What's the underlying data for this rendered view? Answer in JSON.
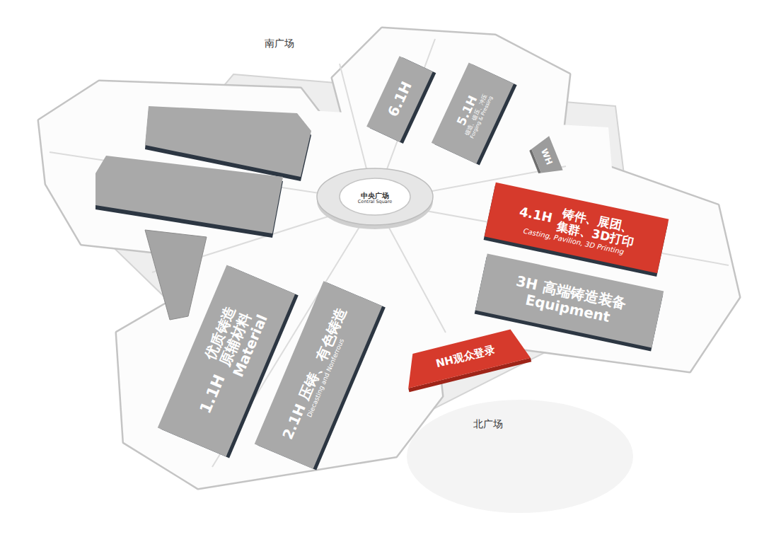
{
  "diagram": {
    "nodes": [
      {
        "text": [
          "6.1H"
        ]
      },
      {
        "text": [
          "5.1H",
          "锻造、锻压、冲压",
          "Forging & Pressing"
        ]
      },
      {
        "text": [
          "WH"
        ]
      },
      {
        "text": [
          "中央广场",
          "Central Square"
        ]
      },
      {
        "text": [
          "4.1H",
          "铸件、展团、集群、3D打印",
          "Casting, Pavilion, 3D Printing"
        ]
      },
      {
        "text": [
          "3H",
          "高端铸造装备",
          "Equipment"
        ]
      },
      {
        "text": [
          "1.1H",
          "优质铸造原辅材料",
          "Material"
        ]
      },
      {
        "text": [
          "2.1H",
          "压铸、有色铸造",
          "Diecasting and Nonferrous"
        ]
      },
      {
        "text": [
          "NH观众登录"
        ]
      }
    ],
    "labels": [
      "南广场",
      "北广场"
    ]
  }
}
